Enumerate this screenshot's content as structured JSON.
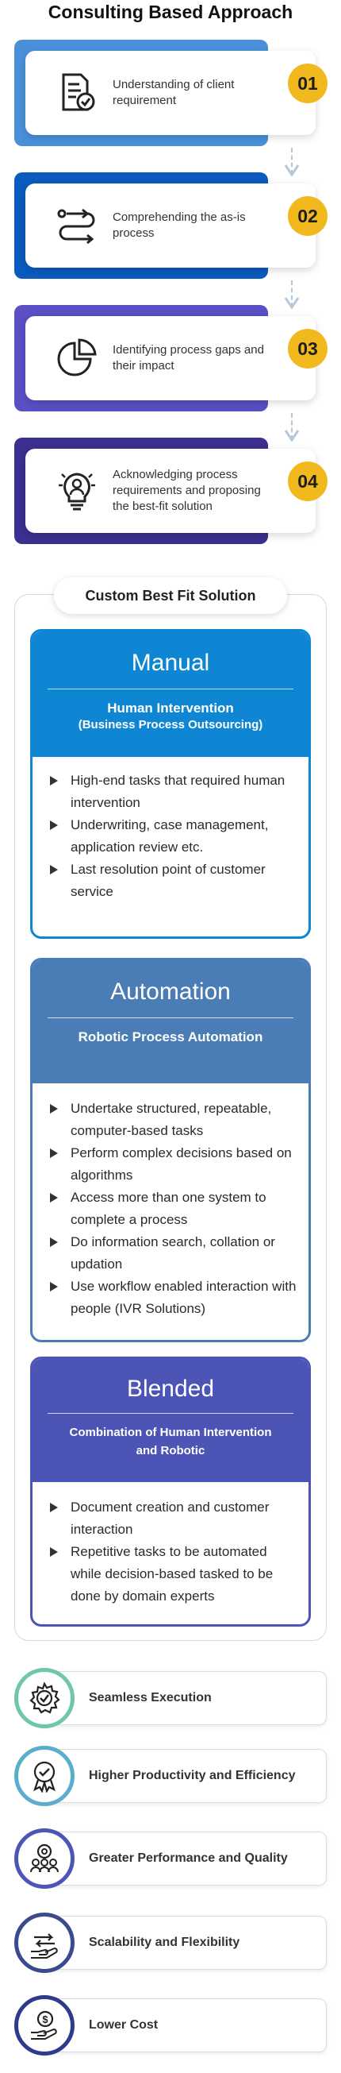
{
  "title": "Consulting Based Approach",
  "steps": [
    {
      "text": "Understanding of client requirement",
      "number": "01",
      "color": "#4a90d9",
      "icon": "document-check-icon"
    },
    {
      "text": "Comprehending the as-is process",
      "number": "02",
      "color": "#0a5bbd",
      "icon": "process-flow-icon"
    },
    {
      "text": "Identifying process gaps and their impact",
      "number": "03",
      "color": "#5a4fc4",
      "icon": "pie-chart-icon"
    },
    {
      "text": "Acknowledging process requirements and proposing the best-fit solution",
      "number": "04",
      "color": "#3b2f8f",
      "icon": "idea-person-icon"
    }
  ],
  "solution": {
    "title": "Custom Best Fit Solution",
    "cards": [
      {
        "name": "Manual",
        "subtitle": "Human Intervention",
        "subtitle2": "(Business Process Outsourcing)",
        "color": "#0f86d3",
        "items": [
          "High-end tasks that required human intervention",
          "Underwriting, case management, application review etc.",
          "Last resolution point of customer service"
        ]
      },
      {
        "name": "Automation",
        "subtitle": "Robotic Process Automation",
        "color": "#4a7cb5",
        "items": [
          "Undertake structured, repeatable, computer-based tasks",
          "Perform complex decisions based on algorithms",
          "Access more than one system to complete a process",
          "Do information search, collation or updation",
          "Use workflow enabled interaction with people  (IVR Solutions)"
        ]
      },
      {
        "name": "Blended",
        "subtitle": "Combination of Human Intervention and Robotic",
        "color": "#4c55b5",
        "items": [
          "Document creation and customer interaction",
          "Repetitive tasks to be automated while decision-based tasked to be done by domain experts"
        ]
      }
    ]
  },
  "benefits": [
    {
      "label": "Seamless Execution",
      "color": "#6fc7a8",
      "icon": "gear-check-icon"
    },
    {
      "label": "Higher Productivity and Efficiency",
      "color": "#5aaecb",
      "icon": "award-badge-icon"
    },
    {
      "label": "Greater Performance and Quality",
      "color": "#4c55b5",
      "icon": "team-gear-icon"
    },
    {
      "label": "Scalability and Flexibility",
      "color": "#3b4a8f",
      "icon": "hand-arrows-icon"
    },
    {
      "label": "Lower Cost",
      "color": "#2f3a8c",
      "icon": "hand-coin-icon"
    }
  ]
}
